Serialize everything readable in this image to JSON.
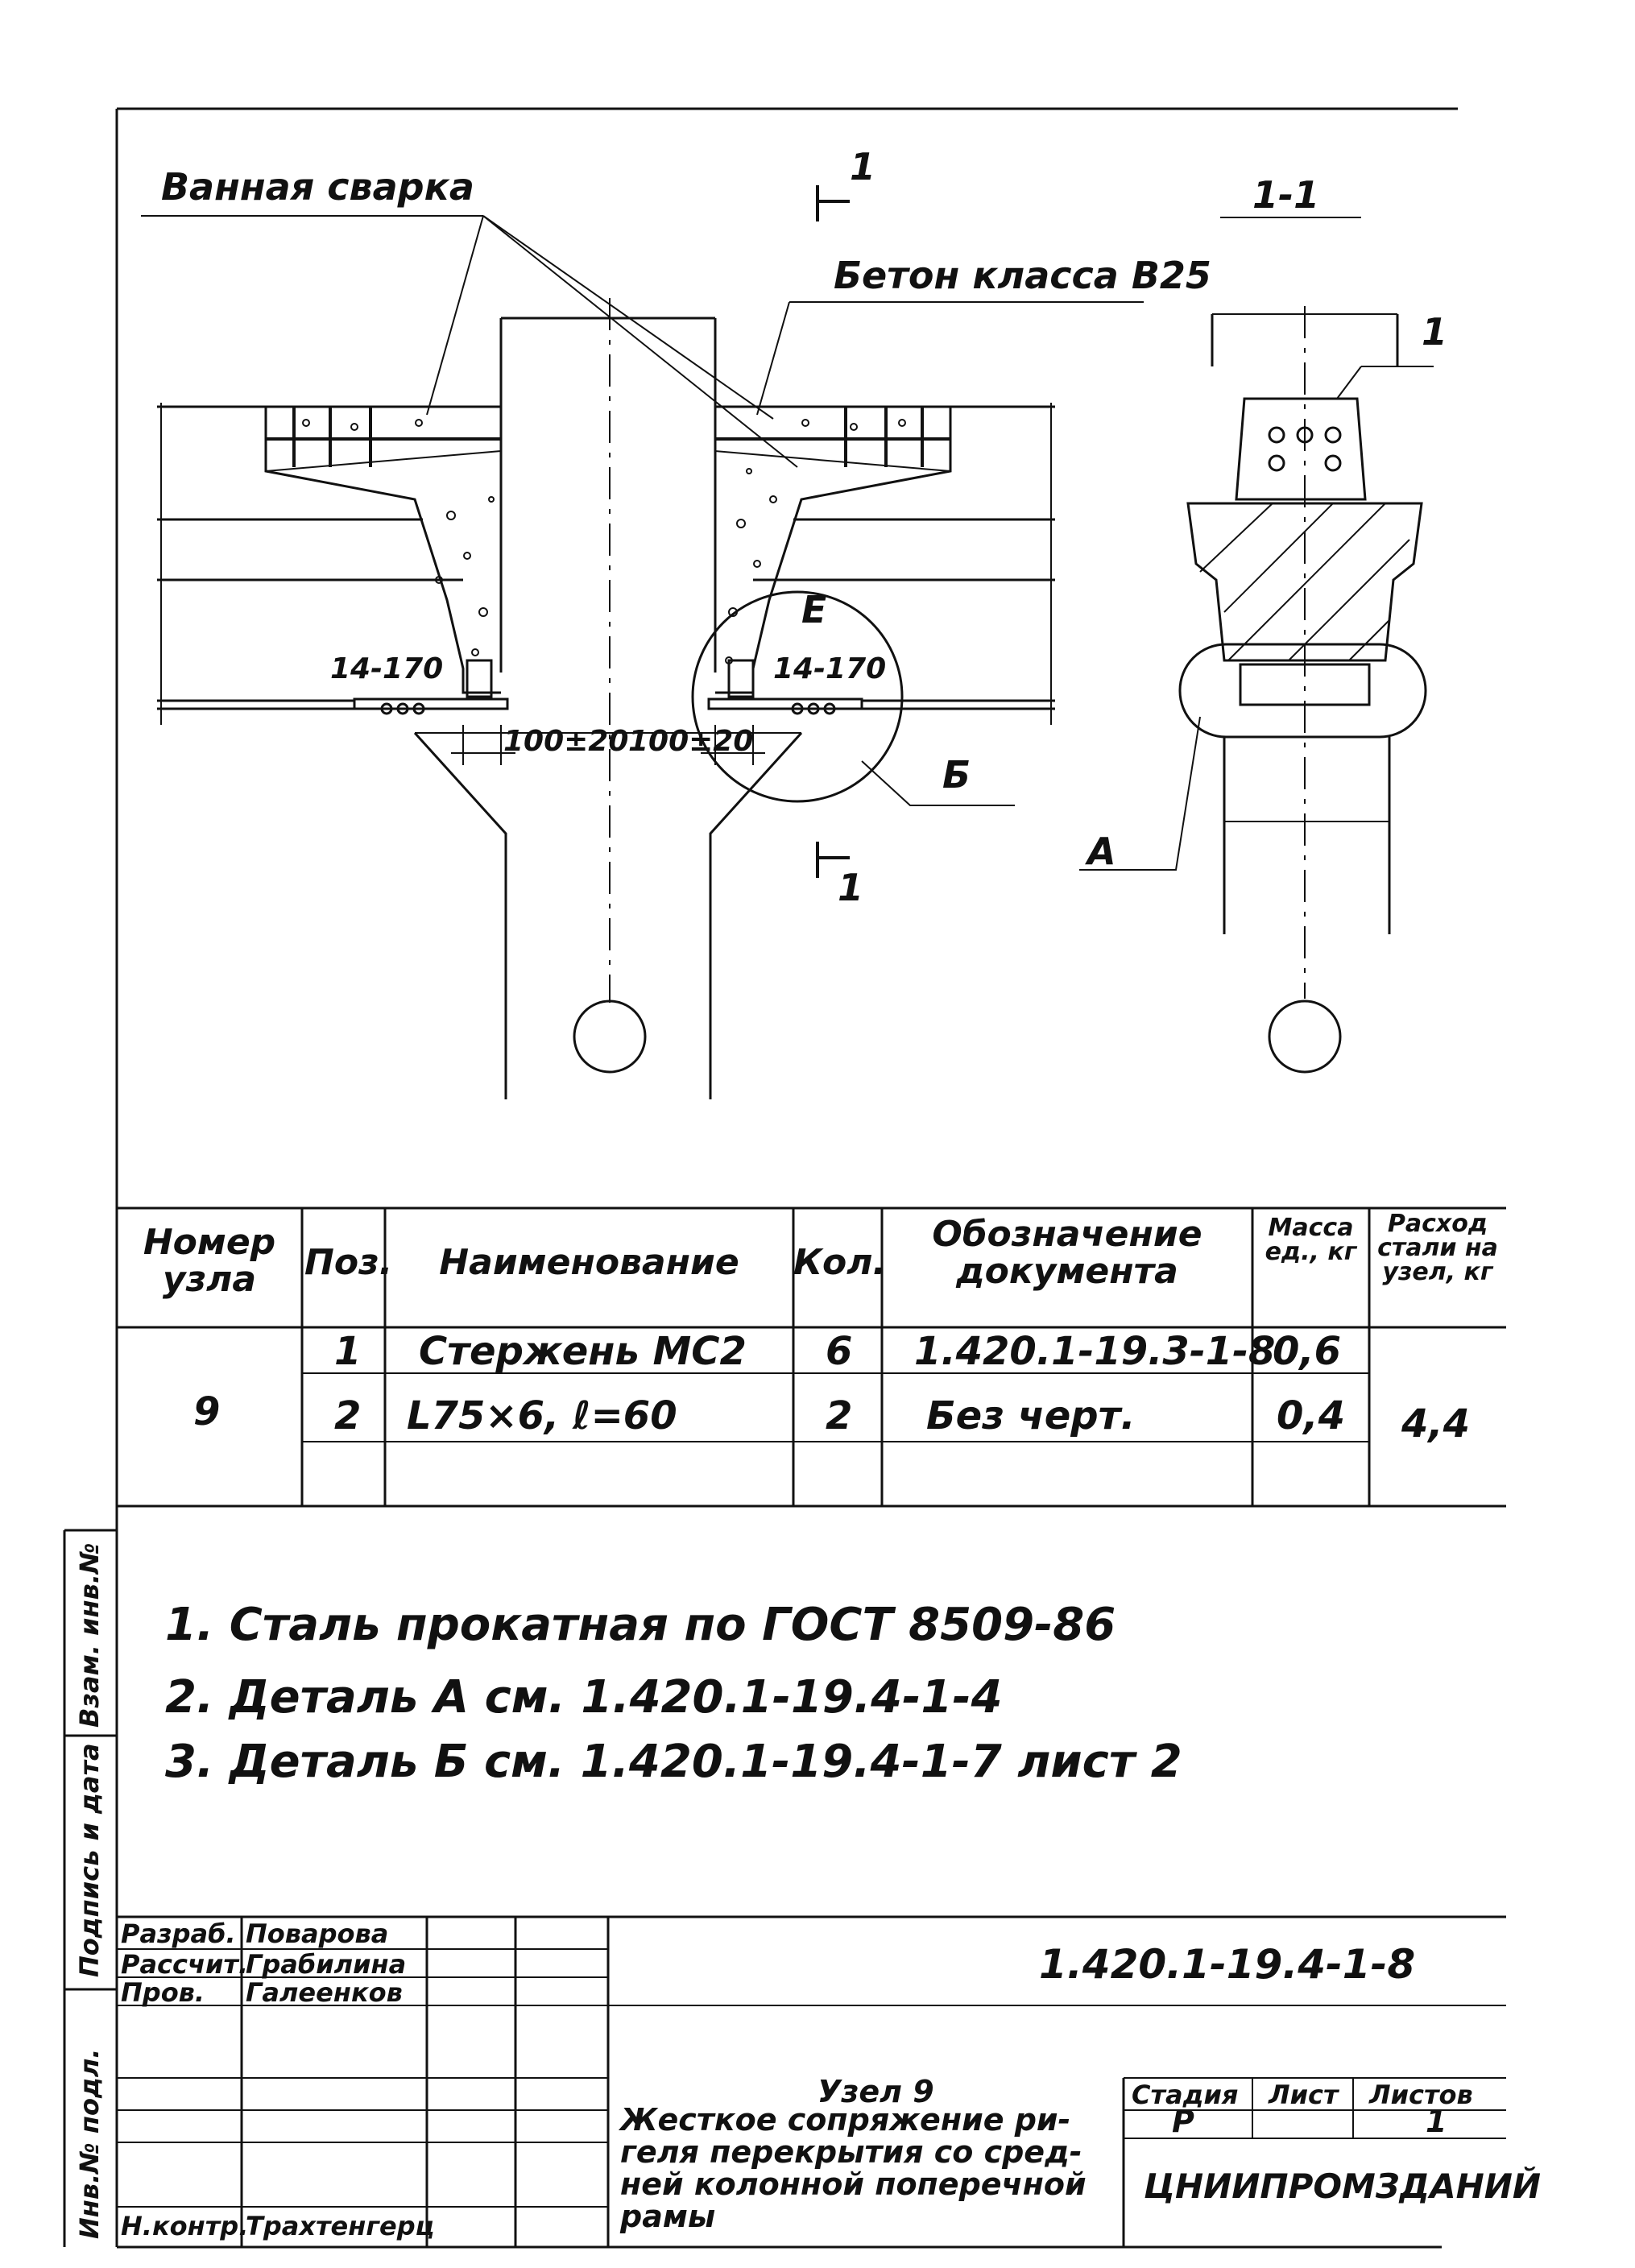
{
  "drawing": {
    "labels": {
      "weld": "Ванная сварка",
      "concrete": "Бетон класса В25",
      "section_mark_top": "1",
      "section_mark_bottom": "1",
      "section_title": "1-1",
      "position_1": "1",
      "node_circle": "Е",
      "spacing_left": "14-170",
      "spacing_right": "14-170",
      "gap_left": "100±20",
      "gap_right": "100±20",
      "detail_b": "Б",
      "detail_a": "А"
    }
  },
  "spec_table": {
    "headers": {
      "node": "Номер узла",
      "pos": "Поз.",
      "name": "Наименование",
      "qty": "Кол.",
      "doc": "Обозначение документа",
      "mass": "Масса ед., кг",
      "steel": "Расход стали на узел, кг"
    },
    "node_number": "9",
    "rows": [
      {
        "pos": "1",
        "name": "Стержень МС2",
        "qty": "6",
        "doc": "1.420.1-19.3-1-8",
        "mass": "0,6"
      },
      {
        "pos": "2",
        "name": "L75×6, ℓ=60",
        "qty": "2",
        "doc": "Без черт.",
        "mass": "0,4"
      }
    ],
    "steel_total": "4,4"
  },
  "notes": [
    "1.  Сталь прокатная по ГОСТ 8509-86",
    "2. Деталь А см. 1.420.1-19.4-1-4",
    "3. Деталь Б см. 1.420.1-19.4-1-7 лист 2"
  ],
  "side_stamp": {
    "inv": "Взам. инв.№",
    "sign": "Подпись и дата",
    "orig": "Инв.№ подл."
  },
  "title_block": {
    "roles": [
      {
        "role": "Разраб.",
        "name": "Поварова"
      },
      {
        "role": "Рассчит.",
        "name": "Грабилина"
      },
      {
        "role": "Пров.",
        "name": "Галеенков"
      },
      {
        "role": "",
        "name": ""
      },
      {
        "role": "",
        "name": ""
      },
      {
        "role": "",
        "name": ""
      },
      {
        "role": "Н.контр.",
        "name": "Трахтенгерц"
      }
    ],
    "code": "1.420.1-19.4-1-8",
    "title_lines": [
      "Узел 9",
      "Жесткое сопряжение ри-",
      "геля перекрытия со сред-",
      "ней колонной поперечной",
      "рамы"
    ],
    "stage_label": "Стадия",
    "sheet_label": "Лист",
    "sheets_label": "Листов",
    "stage": "Р",
    "sheet": "",
    "sheets": "1",
    "org": "ЦНИИПРОМЗДАНИЙ"
  }
}
